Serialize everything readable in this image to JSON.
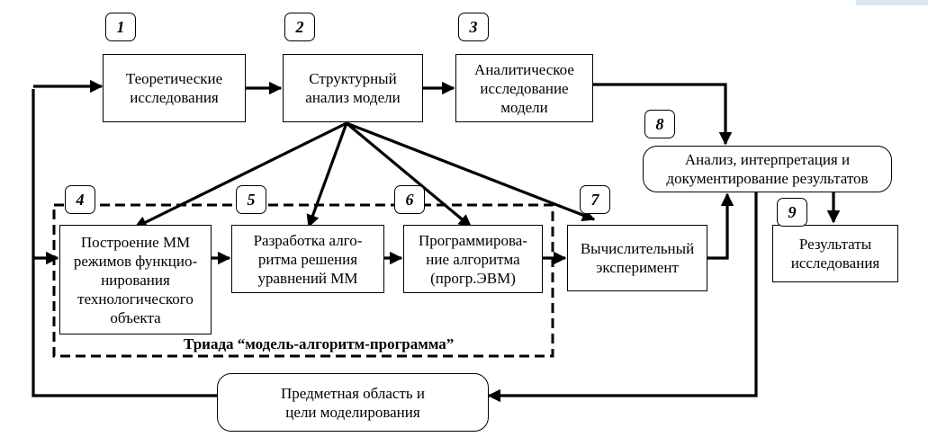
{
  "blocks": {
    "b1": "Теоретические\nисследования",
    "b2": "Структурный\nанализ модели",
    "b3": "Аналитическое\nисследование\nмодели",
    "b4": "Построение ММ\nрежимов функцио-\nнирования\nтехнологического\nобъекта",
    "b5": "Разработка алго-\nритма  решения\nуравнений ММ",
    "b6": "Программирова-\nние алгоритма\n(прогр.ЭВМ)",
    "b7": "Вычислительный\nэксперимент",
    "b8": "Анализ, интерпретация и\nдокументирование результатов",
    "b9": "Результаты\nисследования",
    "domain": "Предметная область и\nцели моделирования"
  },
  "numbers": [
    "1",
    "2",
    "3",
    "4",
    "5",
    "6",
    "7",
    "8",
    "9"
  ],
  "triad_caption": "Триада “модель-алгоритм-программа”"
}
